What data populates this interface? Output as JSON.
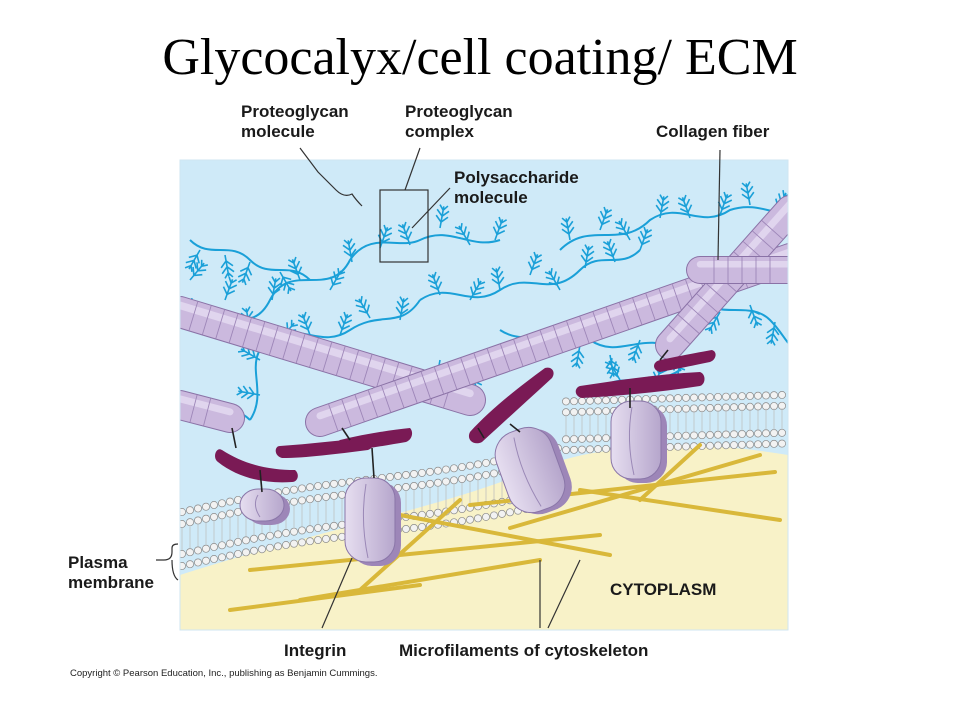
{
  "title": "Glycocalyx/cell coating/ ECM",
  "labels": {
    "proteoglycan_molecule": [
      "Proteoglycan",
      "molecule"
    ],
    "proteoglycan_complex": [
      "Proteoglycan",
      "complex"
    ],
    "collagen_fiber": "Collagen fiber",
    "polysaccharide_molecule": [
      "Polysaccharide",
      "molecule"
    ],
    "plasma_membrane": [
      "Plasma",
      "membrane"
    ],
    "cytoplasm": "CYTOPLASM",
    "integrin": "Integrin",
    "microfilaments": "Microfilaments of cytoskeleton"
  },
  "copyright": "Copyright © Pearson Education, Inc., publishing as Benjamin Cummings.",
  "colors": {
    "extracellular": "#cfeaf8",
    "cytoplasm": "#f8f2c8",
    "proteoglycan": "#1aa0d8",
    "collagen": "#c9b6dc",
    "integrin": "#d2c6e2",
    "fibronectin": "#7a1a55",
    "microfilament": "#e0c040",
    "lipid_head": "#f2f2f2"
  }
}
